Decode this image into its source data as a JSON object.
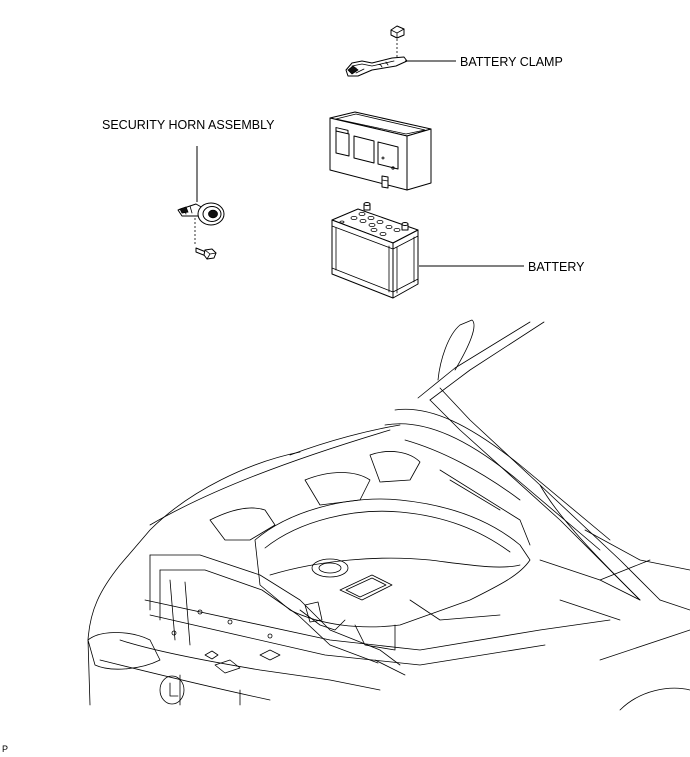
{
  "labels": {
    "battery_clamp": "BATTERY CLAMP",
    "security_horn_assembly": "SECURITY HORN ASSEMBLY",
    "battery": "BATTERY",
    "corner_code": "P"
  }
}
